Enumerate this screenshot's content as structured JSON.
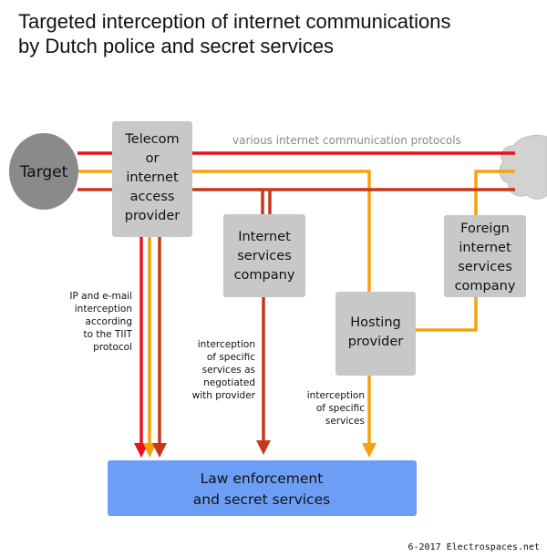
{
  "title": {
    "line1": "Targeted interception of internet communications",
    "line2": "by Dutch police and secret services"
  },
  "colors": {
    "red": "#e8141c",
    "orange": "#f5a20f",
    "darkred": "#c6381b",
    "box": "#c8c8c8",
    "law": "#6d9ef5",
    "target": "#8a8a8a"
  },
  "nodes": {
    "target": "Target",
    "telecom": [
      "Telecom",
      "or",
      "internet",
      "access",
      "provider"
    ],
    "internet_services": [
      "Internet",
      "services",
      "company"
    ],
    "foreign": [
      "Foreign",
      "internet",
      "services",
      "company"
    ],
    "hosting": [
      "Hosting",
      "provider"
    ],
    "law": [
      "Law enforcement",
      "and secret services"
    ]
  },
  "labels": {
    "protocols": "various internet communication protocols",
    "tiit": [
      "IP and e-mail",
      "interception",
      "according",
      "to the TIIT",
      "protocol"
    ],
    "negotiated": [
      "interception",
      "of specific",
      "services as",
      "negotiated",
      "with provider"
    ],
    "specific": [
      "interception",
      "of specific",
      "services"
    ]
  },
  "footer": "6-2017 Electrospaces.net"
}
